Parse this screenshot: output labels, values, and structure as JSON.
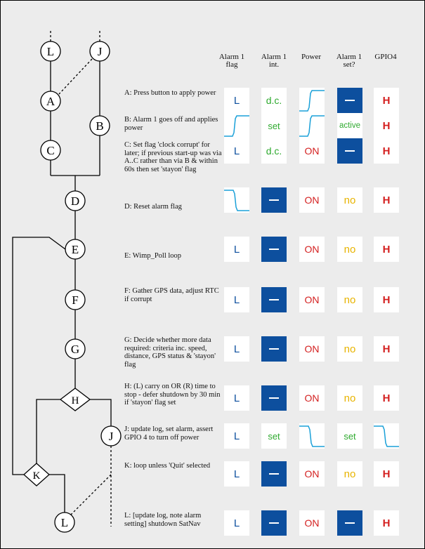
{
  "columns": [
    "Alarm 1 flag",
    "Alarm 1 int.",
    "Power",
    "Alarm 1 set?",
    "GPIO4"
  ],
  "nodes": [
    "L",
    "J",
    "A",
    "B",
    "C",
    "D",
    "E",
    "F",
    "G",
    "H",
    "J",
    "K",
    "L"
  ],
  "steps": [
    {
      "text": "A: Press button to apply power",
      "states": [
        "L",
        "d.c.",
        "rise",
        "dash",
        "H"
      ]
    },
    {
      "text": "B: Alarm 1 goes off and applies power",
      "states": [
        "rise",
        "set",
        "rise",
        "active",
        "H"
      ]
    },
    {
      "text": "C: Set flag 'clock corrupt' for later; if previous start-up was via A..C rather than via B & within 60s then set 'stayon' flag",
      "states": [
        "L",
        "d.c.",
        "ON",
        "dash",
        "H"
      ]
    },
    {
      "text": "D: Reset alarm flag",
      "states": [
        "fall",
        "dash",
        "ON",
        "no",
        "H"
      ]
    },
    {
      "text": "E: Wimp_Poll loop",
      "states": [
        "L",
        "dash",
        "ON",
        "no",
        "H"
      ]
    },
    {
      "text": "F: Gather GPS data, adjust RTC if corrupt",
      "states": [
        "L",
        "dash",
        "ON",
        "no",
        "H"
      ]
    },
    {
      "text": "G: Decide whether more data required: criteria inc. speed, distance, GPS status & 'stayon' flag",
      "states": [
        "L",
        "dash",
        "ON",
        "no",
        "H"
      ]
    },
    {
      "text": "H: (L) carry on OR (R) time to stop - defer shutdown by 30 min if 'stayon' flag set",
      "states": [
        "L",
        "dash",
        "ON",
        "no",
        "H"
      ]
    },
    {
      "text": "J: update log, set alarm, assert GPIO 4 to turn off power",
      "states": [
        "L",
        "set",
        "fall",
        "set",
        "fall"
      ]
    },
    {
      "text": "K: loop unless 'Quit' selected",
      "states": [
        "L",
        "dash",
        "ON",
        "no",
        "H"
      ]
    },
    {
      "text": "L: [update log, note alarm setting] shutdown SatNav",
      "states": [
        "L",
        "dash",
        "ON",
        "dash",
        "H"
      ]
    }
  ],
  "colors": {
    "background": "#ececec",
    "dash_cell": "#0d4f9e",
    "high": "#d42020",
    "set": "#2faa2f",
    "no": "#e8b400",
    "wave": "#1aa0d8"
  }
}
